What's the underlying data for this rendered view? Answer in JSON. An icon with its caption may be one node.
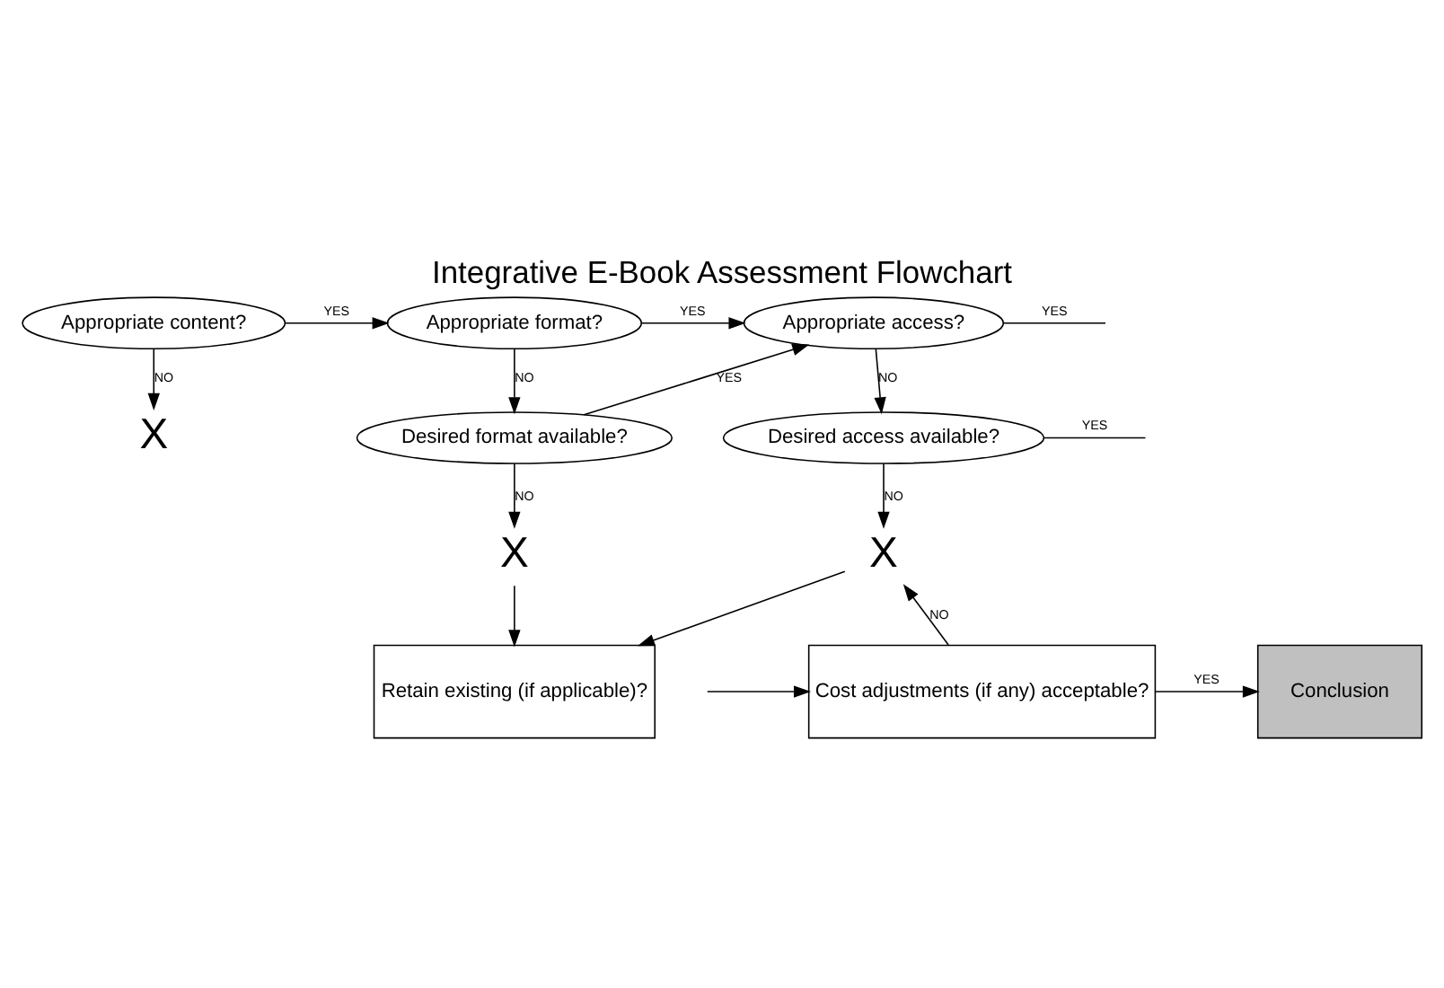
{
  "diagram": {
    "title": "Integrative E-Book Assessment Flowchart",
    "nodes": [
      {
        "text": [
          "Appropriate content?"
        ]
      },
      {
        "text": [
          "Appropriate format?"
        ]
      },
      {
        "text": [
          "Appropriate access?"
        ]
      },
      {
        "text": [
          "X"
        ]
      },
      {
        "text": [
          "Desired format available?"
        ]
      },
      {
        "text": [
          "Desired access available?"
        ]
      },
      {
        "text": [
          "X"
        ]
      },
      {
        "text": [
          "X"
        ]
      },
      {
        "text": [
          "Retain existing (if applicable)?"
        ]
      },
      {
        "text": [
          "Conclusion"
        ]
      },
      {
        "text": [
          "Cost adjustments (if any) acceptable?"
        ]
      }
    ],
    "edges": [
      {
        "from": 0,
        "to": 1,
        "arrow": "to",
        "label": "YES"
      },
      {
        "from": 1,
        "to": 2,
        "arrow": "to",
        "label": "YES"
      },
      {
        "from": 2,
        "to": null,
        "arrow": "none",
        "label": "YES"
      },
      {
        "from": 0,
        "to": 3,
        "arrow": "to",
        "label": "NO"
      },
      {
        "from": 1,
        "to": 4,
        "arrow": "to",
        "label": "NO"
      },
      {
        "from": 4,
        "to": 2,
        "arrow": "to",
        "label": "YES"
      },
      {
        "from": 2,
        "to": 5,
        "arrow": "to",
        "label": "NO"
      },
      {
        "from": 5,
        "to": null,
        "arrow": "none",
        "label": "YES"
      },
      {
        "from": 4,
        "to": 6,
        "arrow": "to",
        "label": "NO"
      },
      {
        "from": 5,
        "to": 7,
        "arrow": "to",
        "label": "NO"
      },
      {
        "from": 10,
        "to": 7,
        "arrow": "to",
        "label": "NO"
      },
      {
        "from": 10,
        "to": 9,
        "arrow": "to",
        "label": "YES"
      },
      {
        "from": null,
        "to": 10,
        "arrow": "to"
      },
      {
        "from": 6,
        "to": 8,
        "arrow": "to"
      },
      {
        "from": 7,
        "to": 8,
        "arrow": "to"
      }
    ]
  }
}
